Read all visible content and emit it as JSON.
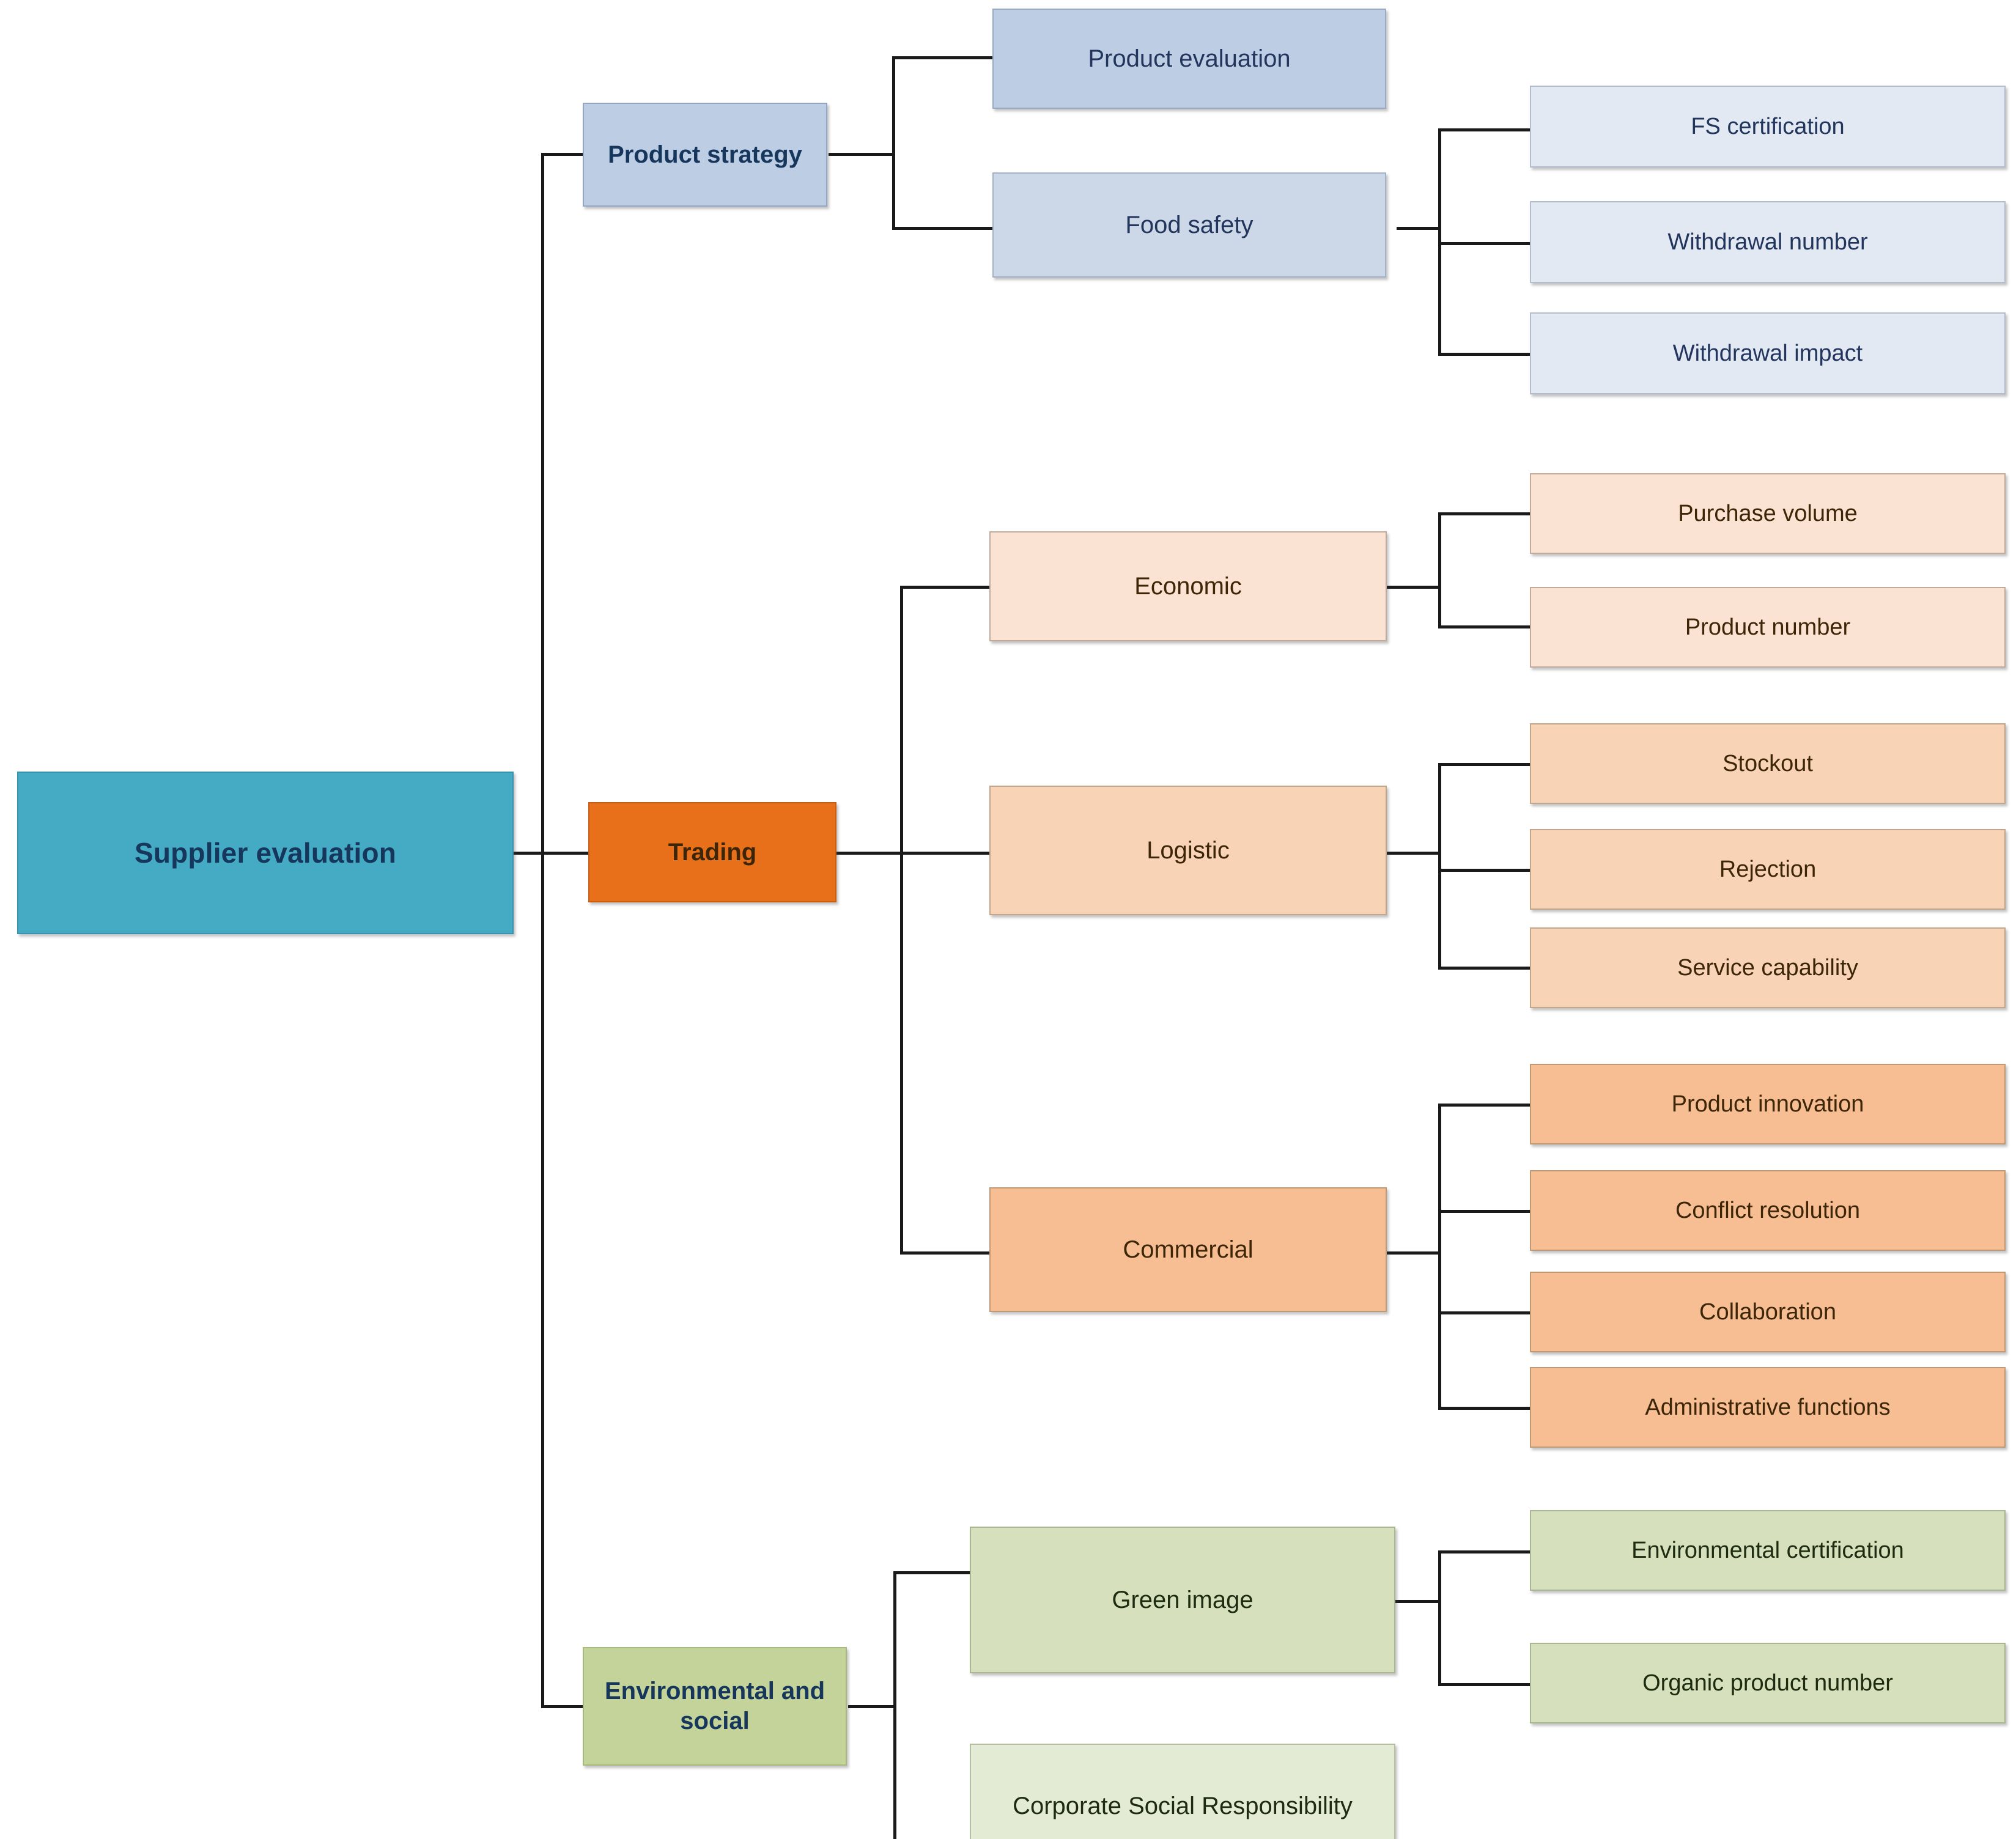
{
  "diagram": {
    "title": "Supplier evaluation",
    "type": "hierarchy-tree",
    "orientation": "left-to-right",
    "colors": {
      "root": "#45aac4",
      "product_strategy": "#bdcde4",
      "trading": "#e8701a",
      "environmental_and_social": "#c3d39a",
      "connector": "#1a1a1a",
      "background": "#ffffff"
    }
  },
  "root": {
    "label": "Supplier evaluation"
  },
  "branches": [
    {
      "id": "product-strategy",
      "label": "Product strategy",
      "children": [
        {
          "id": "product-evaluation",
          "label": "Product evaluation",
          "children": []
        },
        {
          "id": "food-safety",
          "label": "Food safety",
          "children": [
            {
              "id": "fs-certification",
              "label": "FS certification"
            },
            {
              "id": "withdrawal-number",
              "label": "Withdrawal number"
            },
            {
              "id": "withdrawal-impact",
              "label": "Withdrawal impact"
            }
          ]
        }
      ]
    },
    {
      "id": "trading",
      "label": "Trading",
      "children": [
        {
          "id": "economic",
          "label": "Economic",
          "children": [
            {
              "id": "purchase-volume",
              "label": "Purchase volume"
            },
            {
              "id": "product-number",
              "label": "Product number"
            }
          ]
        },
        {
          "id": "logistic",
          "label": "Logistic",
          "children": [
            {
              "id": "stockout",
              "label": "Stockout"
            },
            {
              "id": "rejection",
              "label": "Rejection"
            },
            {
              "id": "service-capability",
              "label": "Service capability"
            }
          ]
        },
        {
          "id": "commercial",
          "label": "Commercial",
          "children": [
            {
              "id": "product-innovation",
              "label": "Product innovation"
            },
            {
              "id": "conflict-resolution",
              "label": "Conflict resolution"
            },
            {
              "id": "collaboration",
              "label": "Collaboration"
            },
            {
              "id": "administrative-functions",
              "label": "Administrative functions"
            }
          ]
        }
      ]
    },
    {
      "id": "environmental-and-social",
      "label": "Environmental and social",
      "children": [
        {
          "id": "green-image",
          "label": "Green image",
          "children": [
            {
              "id": "environmental-certification",
              "label": "Environmental certification"
            },
            {
              "id": "organic-product-number",
              "label": "Organic product number"
            }
          ]
        },
        {
          "id": "corporate-social-responsibility",
          "label": "Corporate Social Responsibility",
          "children": []
        }
      ]
    }
  ]
}
